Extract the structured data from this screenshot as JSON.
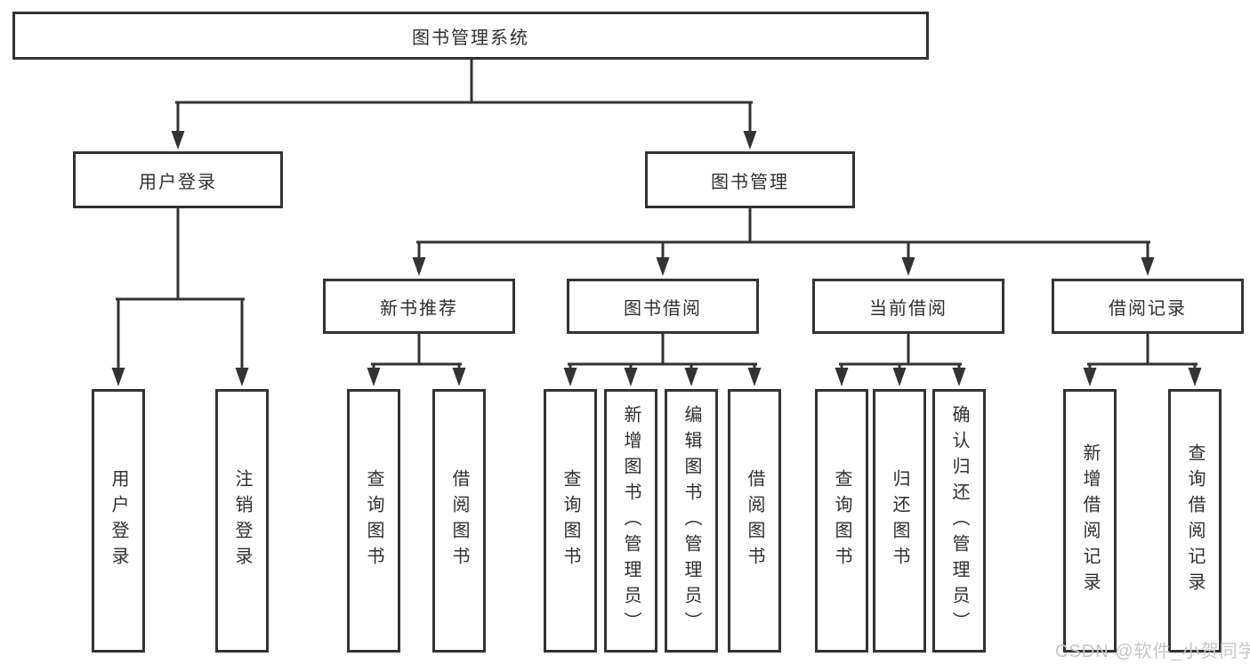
{
  "style": {
    "line_color": "#333333",
    "box_background": "#ffffff",
    "text_color": "#2f2f2f",
    "watermark_color": "#c6c6c6"
  },
  "tree": {
    "root": {
      "label": "图书管理系统",
      "children": [
        {
          "label": "用户登录",
          "children": [
            {
              "label": "用户登录"
            },
            {
              "label": "注销登录"
            }
          ]
        },
        {
          "label": "图书管理",
          "children": [
            {
              "label": "新书推荐",
              "children": [
                {
                  "label": "查询图书"
                },
                {
                  "label": "借阅图书"
                }
              ]
            },
            {
              "label": "图书借阅",
              "children": [
                {
                  "label": "查询图书"
                },
                {
                  "label": "新增图书（管理员）"
                },
                {
                  "label": "编辑图书（管理员）"
                },
                {
                  "label": "借阅图书"
                }
              ]
            },
            {
              "label": "当前借阅",
              "children": [
                {
                  "label": "查询图书"
                },
                {
                  "label": "归还图书"
                },
                {
                  "label": "确认归还（管理员）"
                }
              ]
            },
            {
              "label": "借阅记录",
              "children": [
                {
                  "label": "新增借阅记录"
                },
                {
                  "label": "查询借阅记录"
                }
              ]
            }
          ]
        }
      ]
    }
  },
  "watermark": {
    "text": "CSDN @软件_小贺同学"
  }
}
